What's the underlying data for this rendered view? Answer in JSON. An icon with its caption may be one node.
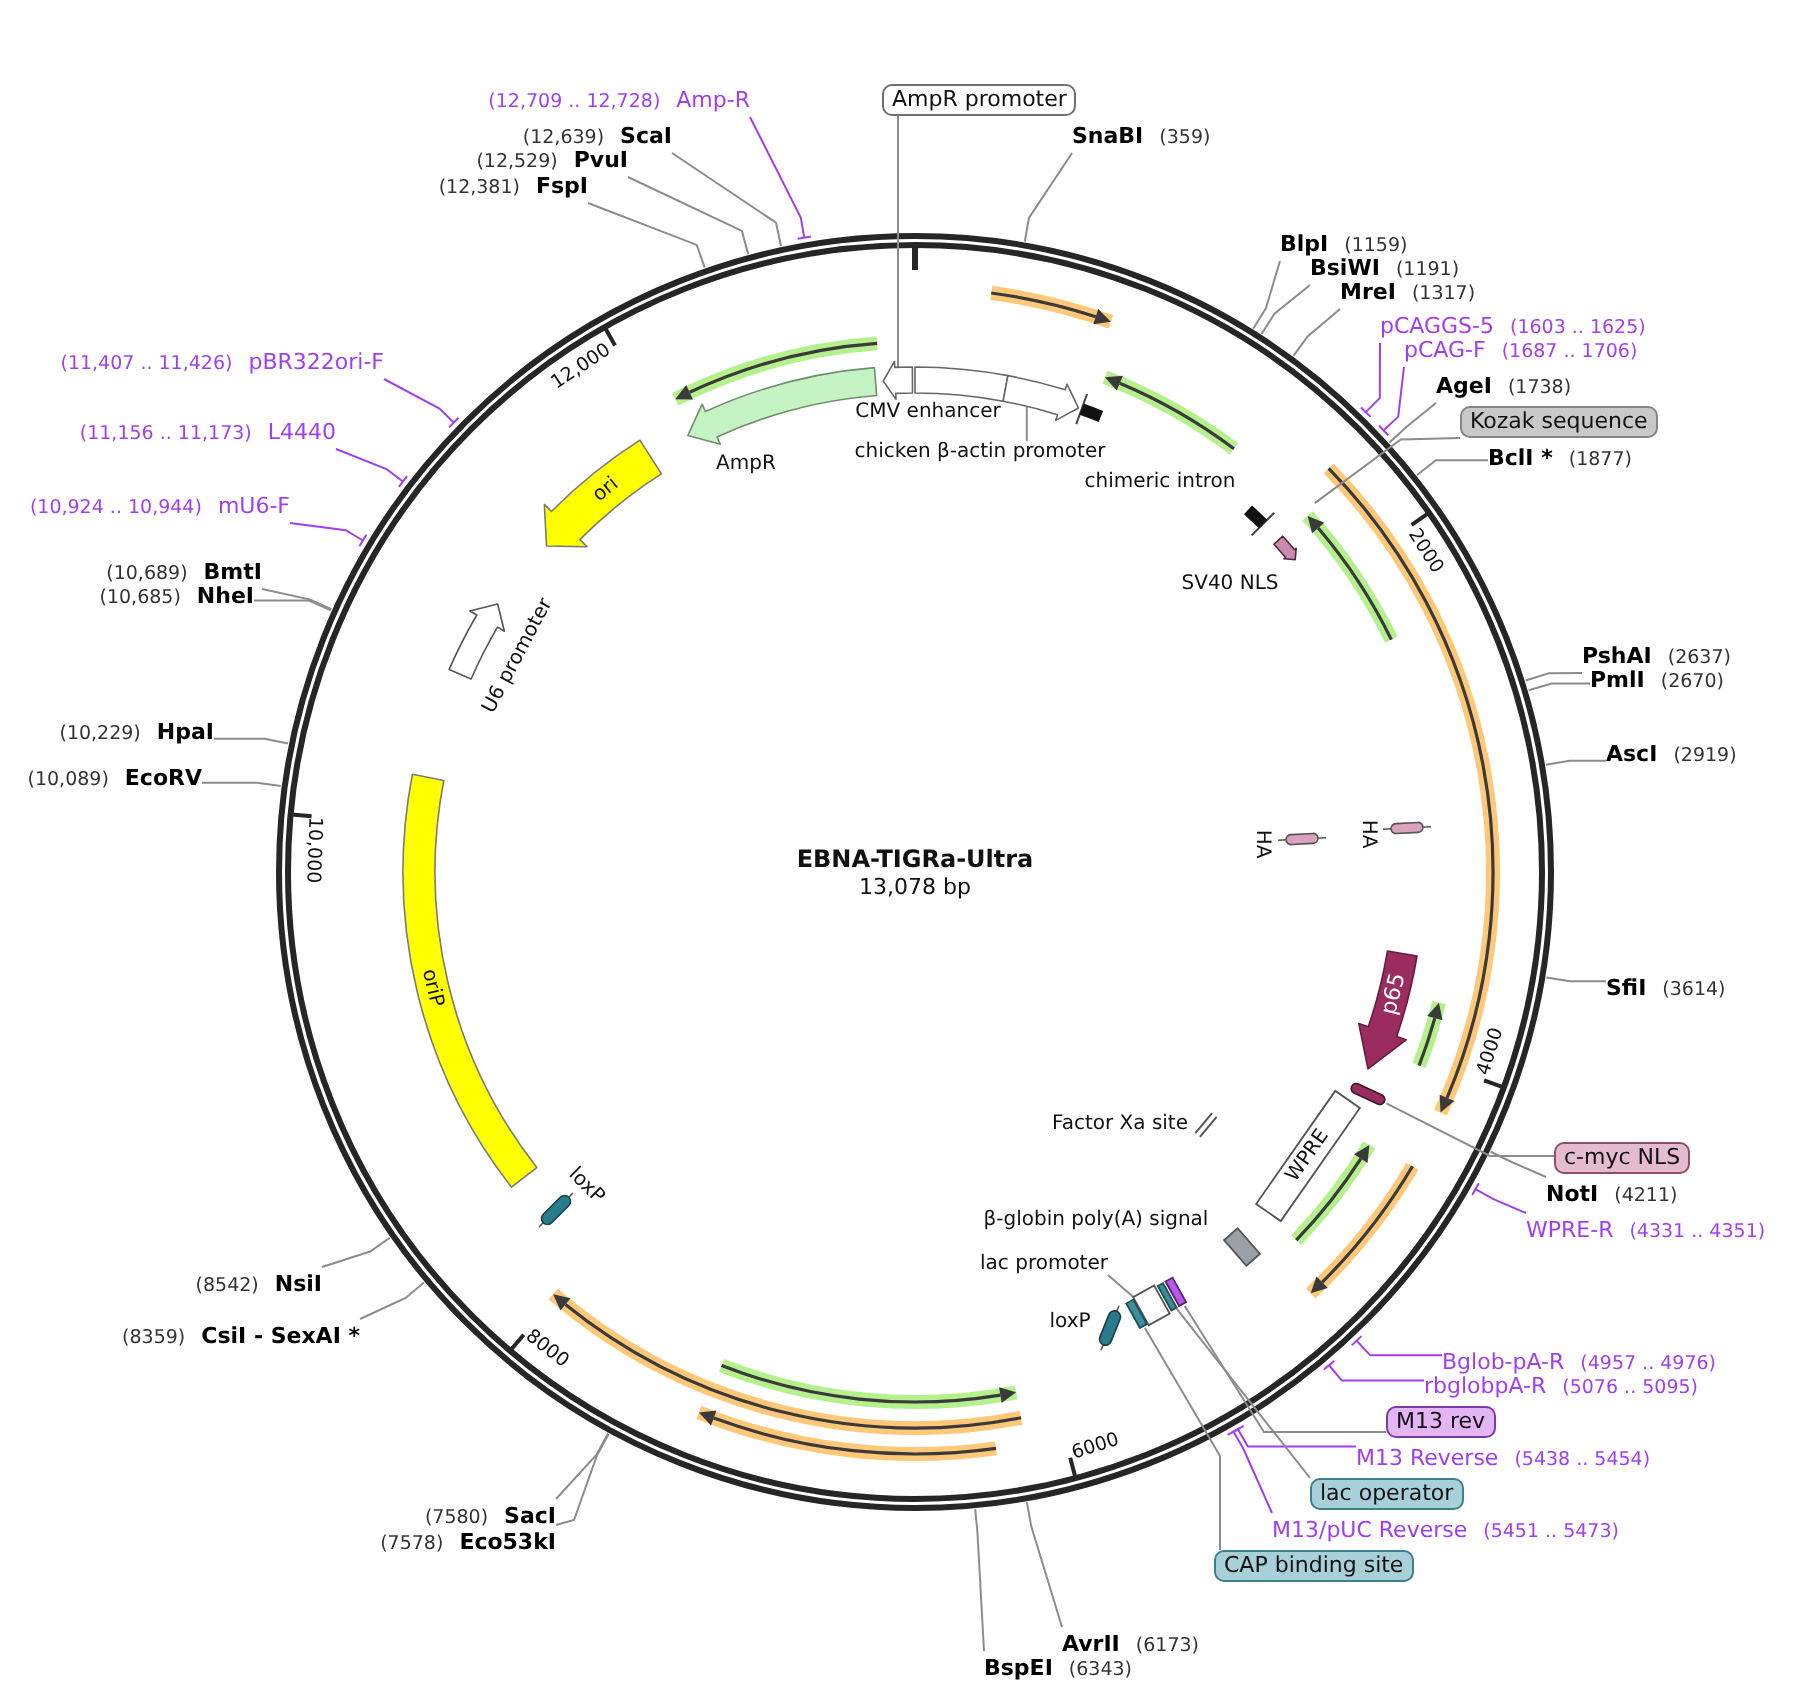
{
  "diagram": {
    "title": "EBNA-TIGRa-Ultra",
    "nodes": [
      {
        "text": [
          "(12,709 .. 12,728)",
          "Amp-R"
        ]
      },
      {
        "text": [
          "AmpR promoter"
        ]
      },
      {
        "text": [
          "(12,639)",
          "ScaI"
        ]
      },
      {
        "text": [
          "SnaBI",
          "(359)"
        ]
      },
      {
        "text": [
          "(12,529)",
          "PvuI"
        ]
      },
      {
        "text": [
          "(12,381)",
          "FspI"
        ]
      },
      {
        "text": [
          "BlpI",
          "(1159)"
        ]
      },
      {
        "text": [
          "BsiWI",
          "(1191)"
        ]
      },
      {
        "text": [
          "MreI",
          "(1317)"
        ]
      },
      {
        "text": [
          "pCAGGS-5",
          "(1603 .. 1625)"
        ]
      },
      {
        "text": [
          "pCAG-F",
          "(1687 .. 1706)"
        ]
      },
      {
        "text": [
          "(11,407 .. 11,426)",
          "pBR322ori-F"
        ]
      },
      {
        "text": [],
        "shape": "arrow"
      },
      {
        "text": [],
        "shape": "bar",
        "beside": [
          "CMV enhancer"
        ]
      },
      {
        "text": [],
        "shape": "arrow",
        "beside": [
          "AmpR"
        ]
      },
      {
        "text": [],
        "shape": "arrow"
      },
      {
        "text": [
          "AgeI",
          "(1738)"
        ]
      },
      {
        "text": [
          "chimeric intron"
        ]
      },
      {
        "text": [
          "Kozak sequence"
        ]
      },
      {
        "text": [
          "(11,156 .. 11,173)",
          "L4440"
        ]
      },
      {
        "text": [
          "ori"
        ]
      },
      {
        "text": [
          "chicken β-actin promoter"
        ]
      },
      {
        "text": [
          "BclI *",
          "(1877)"
        ]
      },
      {
        "text": [
          "(10,924 .. 10,944)",
          "mU6-F"
        ]
      },
      {
        "text": [],
        "shape": "arrow",
        "beside": [
          "SV40 NLS"
        ]
      },
      {
        "text": [
          "(10,689)",
          "BmtI"
        ]
      },
      {
        "text": [
          "(10,685)",
          "NheI"
        ]
      },
      {
        "text": [],
        "shape": "arrow",
        "beside": [
          "U6 promoter"
        ]
      },
      {
        "text": [
          "PshAI",
          "(2637)"
        ]
      },
      {
        "text": [
          "PmlI",
          "(2670)"
        ]
      },
      {
        "text": [
          "(10,229)",
          "HpaI"
        ]
      },
      {
        "text": [
          "AscI",
          "(2919)"
        ]
      },
      {
        "text": [
          "(10,089)",
          "EcoRV"
        ]
      },
      {
        "text": [
          "oriP"
        ]
      },
      {
        "text": [],
        "shape": "bar",
        "beside": [
          "HA"
        ]
      },
      {
        "text": [],
        "shape": "bar",
        "beside": [
          "HA"
        ]
      },
      {
        "text": [
          "p65"
        ]
      },
      {
        "text": [
          "SfiI",
          "(3614)"
        ]
      },
      {
        "text": [],
        "shape": "bar"
      },
      {
        "text": [],
        "shape": "bar",
        "beside": [
          "Factor Xa site"
        ]
      },
      {
        "text": [
          "WPRE"
        ]
      },
      {
        "text": [
          "c-myc NLS"
        ]
      },
      {
        "text": [
          "NotI",
          "(4211)"
        ]
      },
      {
        "text": [],
        "shape": "bar",
        "beside": [
          "loxP"
        ]
      },
      {
        "text": [
          "WPRE-R",
          "(4331 .. 4351)"
        ]
      },
      {
        "text": [],
        "shape": "box",
        "beside": [
          "β-globin poly(A) signal"
        ]
      },
      {
        "text": [
          "lac promoter"
        ]
      },
      {
        "text": [
          "(8542)",
          "NsiI"
        ]
      },
      {
        "text": [],
        "shape": "box"
      },
      {
        "text": [],
        "shape": "bar"
      },
      {
        "text": [],
        "shape": "bar"
      },
      {
        "text": [],
        "shape": "bar"
      },
      {
        "text": [],
        "shape": "bar",
        "beside": [
          "loxP"
        ]
      },
      {
        "text": [
          "(8359)",
          "CsiI - SexAI *"
        ]
      },
      {
        "text": [
          "Bglob-pA-R",
          "(4957 .. 4976)"
        ]
      },
      {
        "text": [
          "rbglobpA-R",
          "(5076 .. 5095)"
        ]
      },
      {
        "text": [
          "M13 rev"
        ]
      },
      {
        "text": [
          "M13 Reverse",
          "(5438 .. 5454)"
        ]
      },
      {
        "text": [
          "lac operator"
        ]
      },
      {
        "text": [
          "(7580)",
          "SacI"
        ]
      },
      {
        "text": [
          "M13/pUC Reverse",
          "(5451 .. 5473)"
        ]
      },
      {
        "text": [
          "(7578)",
          "Eco53kI"
        ]
      },
      {
        "text": [
          "CAP binding site"
        ]
      },
      {
        "text": [
          "AvrII",
          "(6173)"
        ]
      },
      {
        "text": [
          "BspEI",
          "(6343)"
        ]
      }
    ],
    "edges": [
      {
        "from": 0,
        "to": null,
        "arrow": "none",
        "color": "#a23ef2"
      },
      {
        "from": 1,
        "to": 12,
        "arrow": "none"
      },
      {
        "from": 2,
        "to": null,
        "arrow": "none"
      },
      {
        "from": 3,
        "to": null,
        "arrow": "none"
      },
      {
        "from": 4,
        "to": null,
        "arrow": "none"
      },
      {
        "from": 5,
        "to": null,
        "arrow": "none"
      },
      {
        "from": 6,
        "to": null,
        "arrow": "none"
      },
      {
        "from": 7,
        "to": null,
        "arrow": "none"
      },
      {
        "from": 8,
        "to": null,
        "arrow": "none"
      },
      {
        "from": 9,
        "to": null,
        "arrow": "none",
        "color": "#a23ef2"
      },
      {
        "from": 10,
        "to": null,
        "arrow": "none",
        "color": "#a23ef2"
      },
      {
        "from": 11,
        "to": null,
        "arrow": "none",
        "color": "#a23ef2"
      },
      {
        "from": 16,
        "to": null,
        "arrow": "none"
      },
      {
        "from": 18,
        "to": null,
        "arrow": "none"
      },
      {
        "from": 19,
        "to": null,
        "arrow": "none",
        "color": "#a23ef2"
      },
      {
        "from": 21,
        "to": 15,
        "arrow": "none"
      },
      {
        "from": 22,
        "to": null,
        "arrow": "none"
      },
      {
        "from": 23,
        "to": null,
        "arrow": "none",
        "color": "#a23ef2"
      },
      {
        "from": 25,
        "to": null,
        "arrow": "none"
      },
      {
        "from": 26,
        "to": null,
        "arrow": "none"
      },
      {
        "from": 28,
        "to": null,
        "arrow": "none"
      },
      {
        "from": 29,
        "to": null,
        "arrow": "none"
      },
      {
        "from": 30,
        "to": null,
        "arrow": "none"
      },
      {
        "from": 31,
        "to": null,
        "arrow": "none"
      },
      {
        "from": 32,
        "to": null,
        "arrow": "none"
      },
      {
        "from": 37,
        "to": null,
        "arrow": "none"
      },
      {
        "from": 41,
        "to": 38,
        "arrow": "none"
      },
      {
        "from": 42,
        "to": null,
        "arrow": "none"
      },
      {
        "from": 44,
        "to": null,
        "arrow": "none",
        "color": "#a23ef2"
      },
      {
        "from": 46,
        "to": 48,
        "arrow": "none"
      },
      {
        "from": 47,
        "to": null,
        "arrow": "none"
      },
      {
        "from": 53,
        "to": null,
        "arrow": "none"
      },
      {
        "from": 54,
        "to": null,
        "arrow": "none",
        "color": "#a23ef2"
      },
      {
        "from": 55,
        "to": null,
        "arrow": "none",
        "color": "#a23ef2"
      },
      {
        "from": 56,
        "to": 51,
        "arrow": "none"
      },
      {
        "from": 57,
        "to": null,
        "arrow": "none",
        "color": "#a23ef2"
      },
      {
        "from": 58,
        "to": 50,
        "arrow": "none"
      },
      {
        "from": 59,
        "to": null,
        "arrow": "none"
      },
      {
        "from": 60,
        "to": null,
        "arrow": "none",
        "color": "#a23ef2"
      },
      {
        "from": 61,
        "to": null,
        "arrow": "none"
      },
      {
        "from": 62,
        "to": 49,
        "arrow": "none"
      },
      {
        "from": 63,
        "to": null,
        "arrow": "none"
      },
      {
        "from": 64,
        "to": null,
        "arrow": "none"
      }
    ],
    "labels": [
      "12,000",
      "2000",
      "10,000",
      "13,078 bp",
      "4000",
      "8000",
      "6000"
    ]
  }
}
